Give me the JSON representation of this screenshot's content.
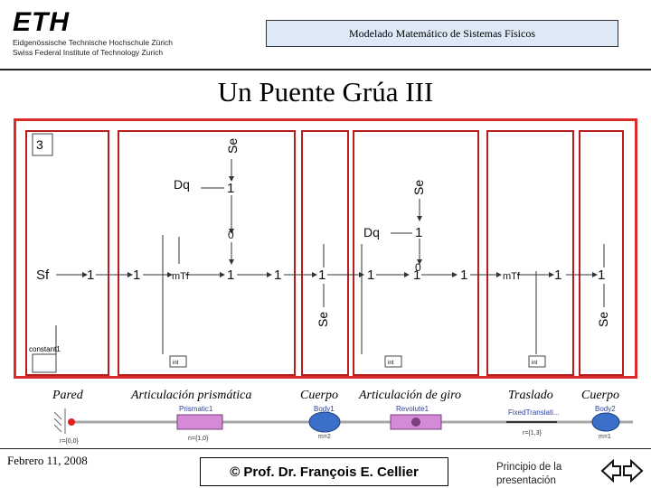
{
  "header": {
    "logo": "ETH",
    "logo_line1": "Eidgenössische Technische Hochschule Zürich",
    "logo_line2": "Swiss Federal Institute of Technology Zurich",
    "course_title": "Modelado Matemático de Sistemas Físicos"
  },
  "slide": {
    "title": "Un Puente Grúa III"
  },
  "diagram": {
    "const_value": "3",
    "sf_label": "Sf",
    "se_label": "Se",
    "dq_label": "Dq",
    "mtf_label": "mTf",
    "mtf_label2": "mTf",
    "junction_one": "1",
    "junction_zero": "0",
    "constant_label": "constant1",
    "int_label": "int"
  },
  "captions": {
    "pared": "Pared",
    "prismatica": "Articulación prismática",
    "cuerpo1": "Cuerpo",
    "giro": "Articulación de giro",
    "traslado": "Traslado",
    "cuerpo2": "Cuerpo"
  },
  "multibody": {
    "prismatic": "Prismatic1",
    "body1": "Body1",
    "revolute": "Revolute1",
    "fixed": "FixedTranslati...",
    "body2": "Body2",
    "world_r": "r={0,0}",
    "prismatic_n": "n={1,0}",
    "body1_m": "m=2",
    "fixed_r": "r={1,3}",
    "body2_m": "m=1"
  },
  "footer": {
    "date": "Febrero 11, 2008",
    "author": "© Prof. Dr. François E. Cellier",
    "link": "Principio de la presentación"
  },
  "colors": {
    "frame_red": "#d92b2b",
    "box_fill": "#dde9f6",
    "body_blue": "#3b6fc9",
    "joint_pink": "#d48ad6"
  }
}
